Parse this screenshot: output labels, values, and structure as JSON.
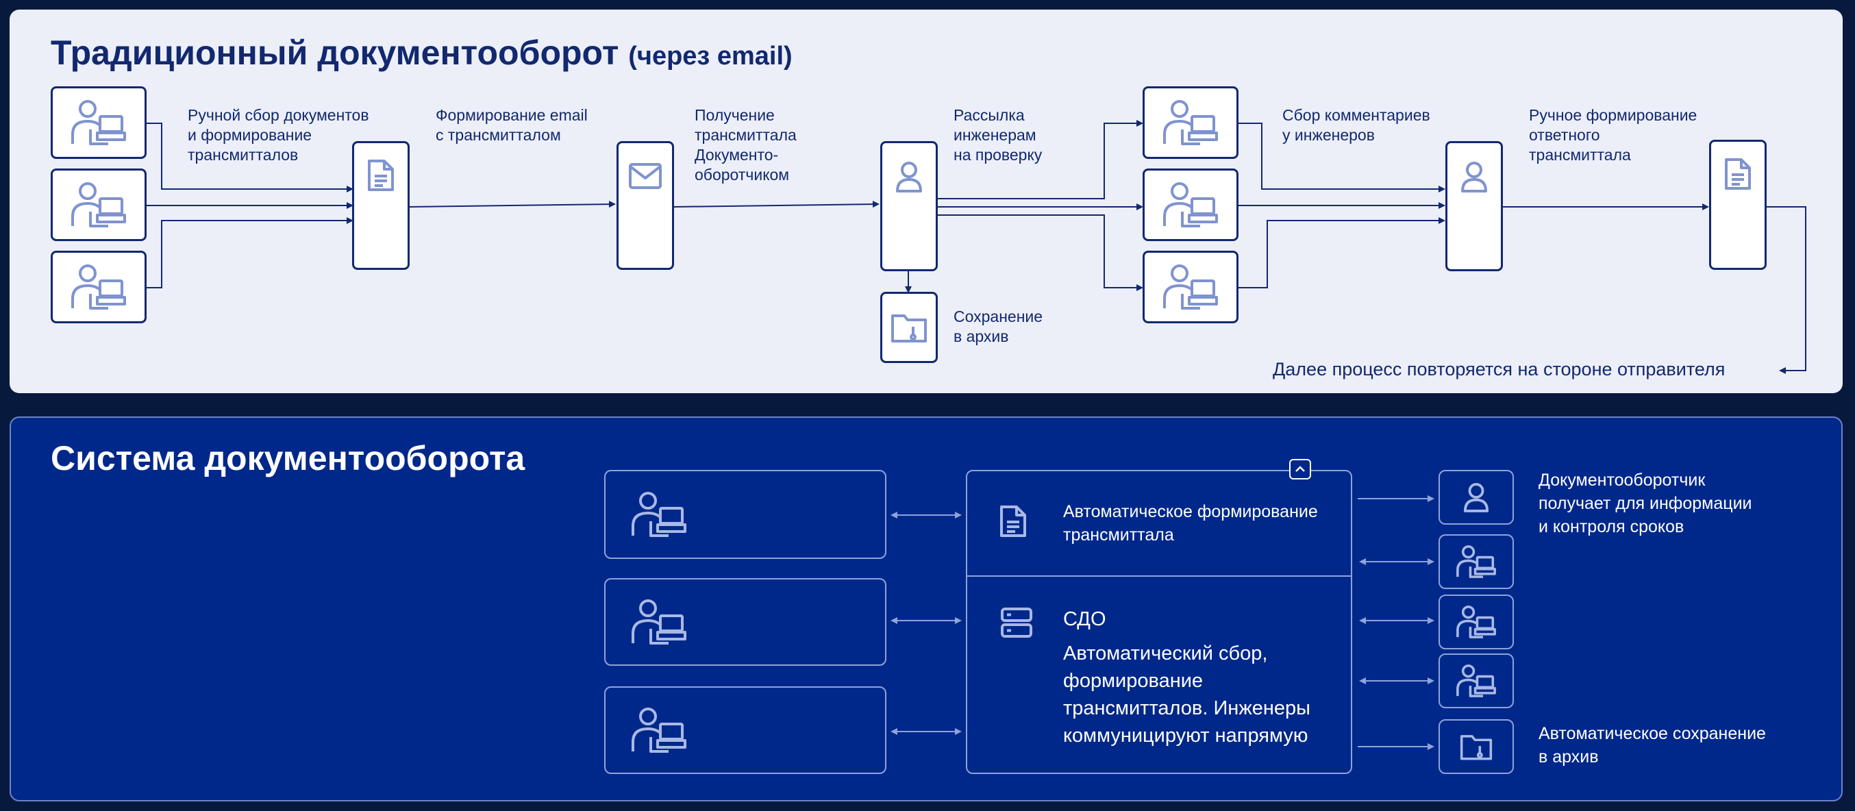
{
  "traditional": {
    "title": "Традиционный документооборот",
    "title_suffix": "(через email)",
    "steps": {
      "manual_collection": "Ручной сбор документов\nи формирование\nтрансмитталов",
      "email_forming": "Формирование email\nс трансмитталом",
      "receiving": "Получение\nтрансмиттала\nДокументо-\nоборотчиком",
      "sending_review": "Рассылка\nинженерам\nна проверку",
      "archive": "Сохранение\nв архив",
      "collect_comments": "Сбор комментариев\nу инженеров",
      "manual_response": "Ручное формирование\nответного\nтрансмиттала"
    },
    "footer": "Далее процесс повторяется  на стороне отправителя"
  },
  "system": {
    "title": "Система документооборота",
    "auto_forming": "Автоматическое формирование\nтрансмиттала",
    "sdo_title": "СДО",
    "sdo_desc": "Автоматический сбор,\nформирование\nтрансмитталов. Инженеры\nкоммуницируют напрямую",
    "doc_controller_note": "Документооборотчик\nполучает для информации\nи контроля сроков",
    "auto_archive": "Автоматическое сохранение\nв архив"
  },
  "icons": {
    "engineer": "engineer-workstation-icon",
    "document": "document-icon",
    "mail": "mail-icon",
    "person": "person-icon",
    "archive": "archive-folder-icon",
    "server": "server-icon",
    "chevron": "chevron-up-icon"
  },
  "colors": {
    "navy": "#12286f",
    "panel_light": "#eceff8",
    "panel_dark": "#00288a",
    "line_light": "#8ea3dc"
  }
}
